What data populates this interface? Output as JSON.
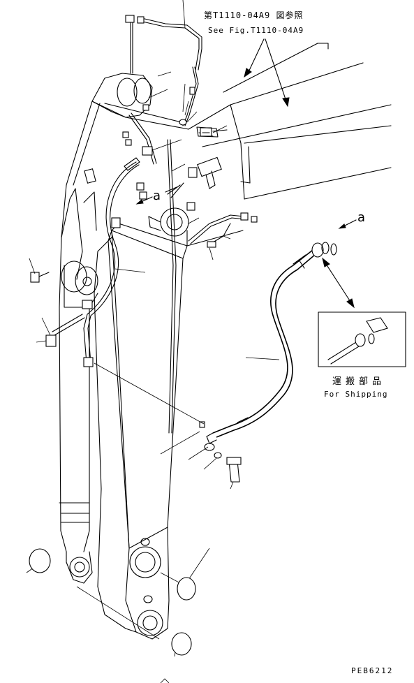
{
  "reference": {
    "japanese": "第T1110-04A9 図参照",
    "english": "See Fig.T1110-04A9"
  },
  "shipping_inset": {
    "japanese": "運搬部品",
    "english": "For Shipping"
  },
  "marks": {
    "connection_a_left": "a",
    "connection_a_right": "a"
  },
  "drawing_code": "PEB6212"
}
